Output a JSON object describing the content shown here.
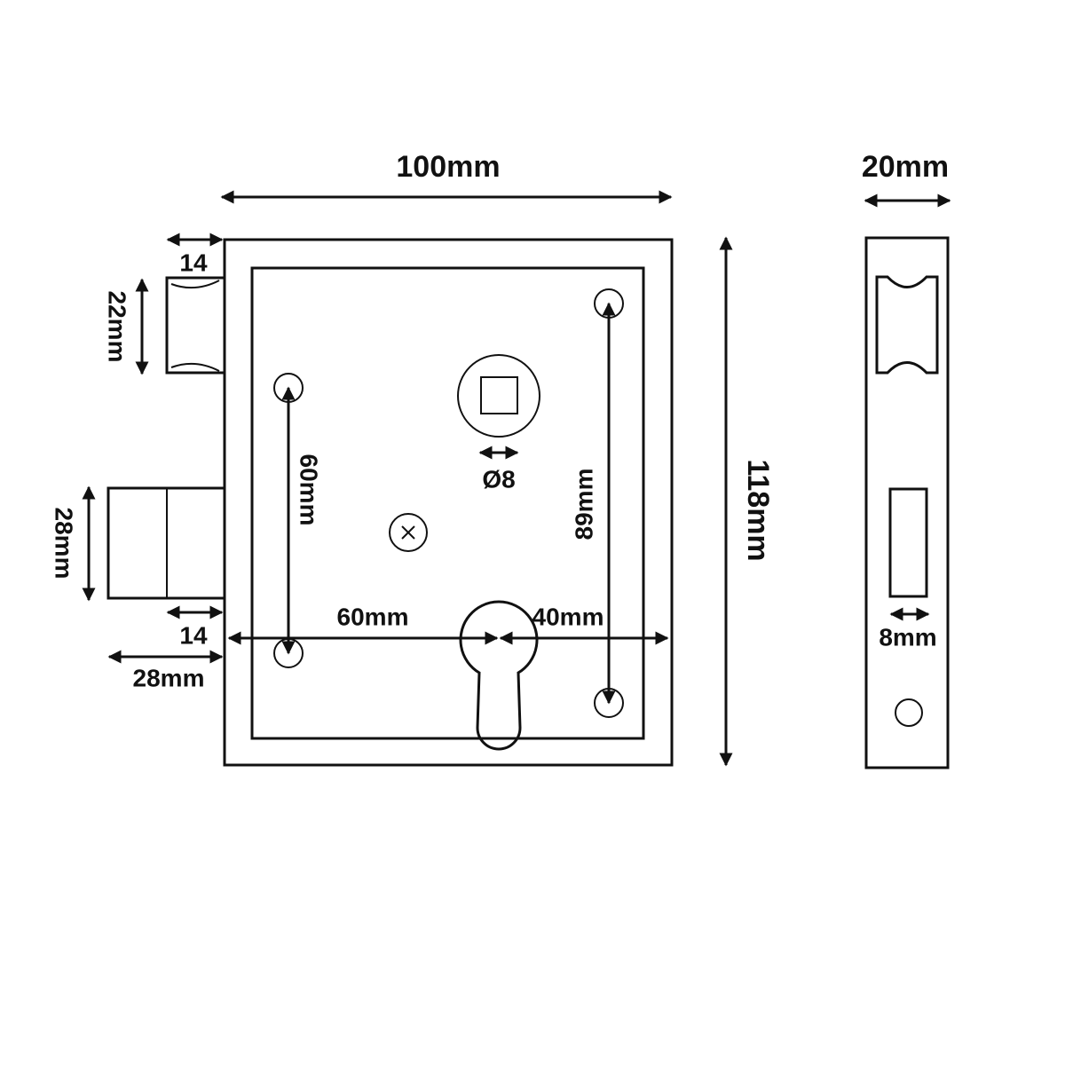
{
  "labels": {
    "case_width": "100mm",
    "case_height": "118mm",
    "latch_projection": "14",
    "latch_height": "22mm",
    "bolt_height": "28mm",
    "bolt_projection": "14",
    "bolt_throw": "28mm",
    "backset": "60mm",
    "keyhole_to_edge": "40mm",
    "screw_spacing_left": "60mm",
    "screw_spacing_right": "89mm",
    "spindle": "Ø8",
    "strike_width": "20mm",
    "strike_slot": "8mm"
  },
  "colors": {
    "line": "#111111",
    "background": "#ffffff"
  }
}
